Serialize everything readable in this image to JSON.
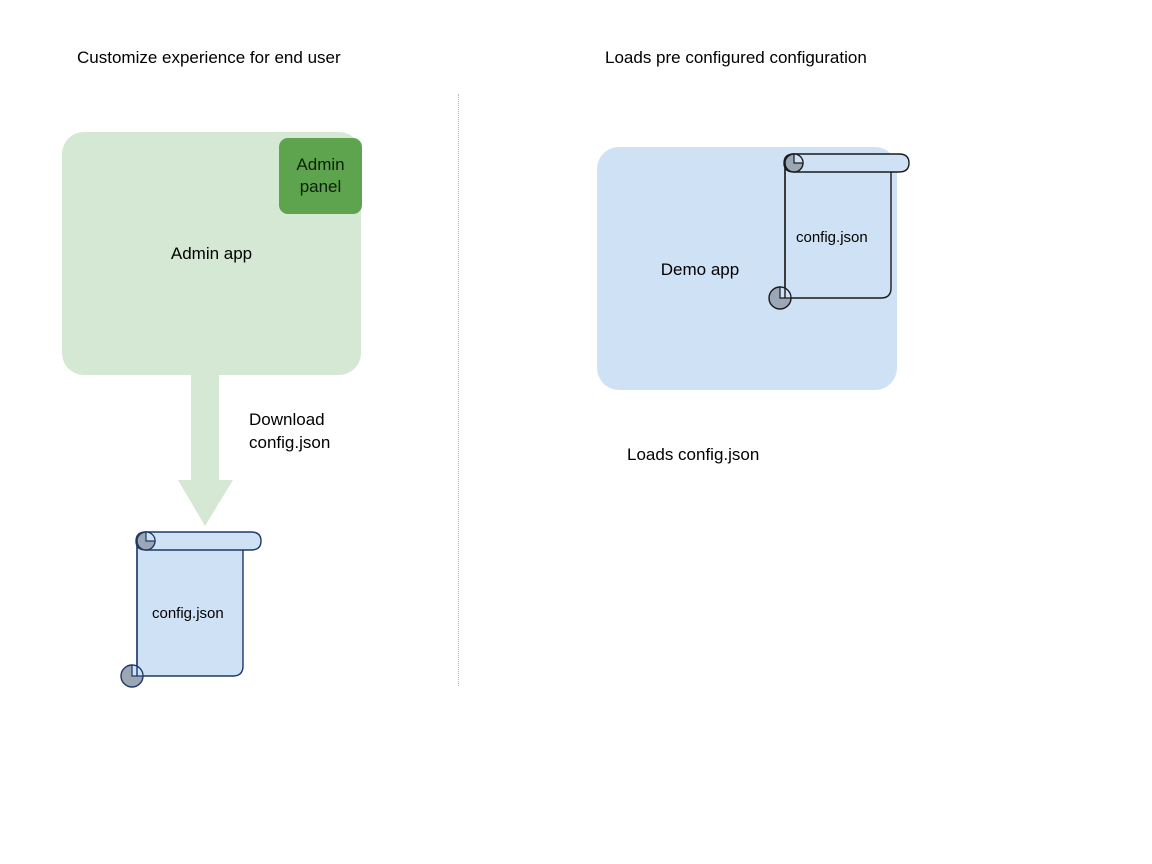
{
  "diagram": {
    "type": "flow-diagram",
    "background_color": "#ffffff",
    "panels": {
      "left": {
        "title": "Customize experience for end user",
        "app_box": {
          "label": "Admin app",
          "fill_color": "#d5e8d4"
        },
        "admin_panel": {
          "label": "Admin\npanel",
          "fill_color": "#5ea34d"
        },
        "arrow": {
          "label": "Download\nconfig.json",
          "color": "#d5e8d4",
          "direction": "down"
        },
        "document": {
          "label": "config.json",
          "fill_color": "#cfe2f5",
          "stroke_color": "#1f3864",
          "curl_color": "#9ba7b4"
        }
      },
      "right": {
        "title": "Loads pre configured configuration",
        "app_box": {
          "label": "Demo app",
          "fill_color": "#cfe2f5"
        },
        "document": {
          "label": "config.json",
          "fill_color": "#cfe2f5",
          "stroke_color": "#1f3864",
          "curl_color": "#9ba7b4"
        },
        "caption": "Loads config.json"
      }
    },
    "divider": {
      "style": "dotted",
      "color": "#b9b9b9",
      "orientation": "vertical"
    }
  }
}
